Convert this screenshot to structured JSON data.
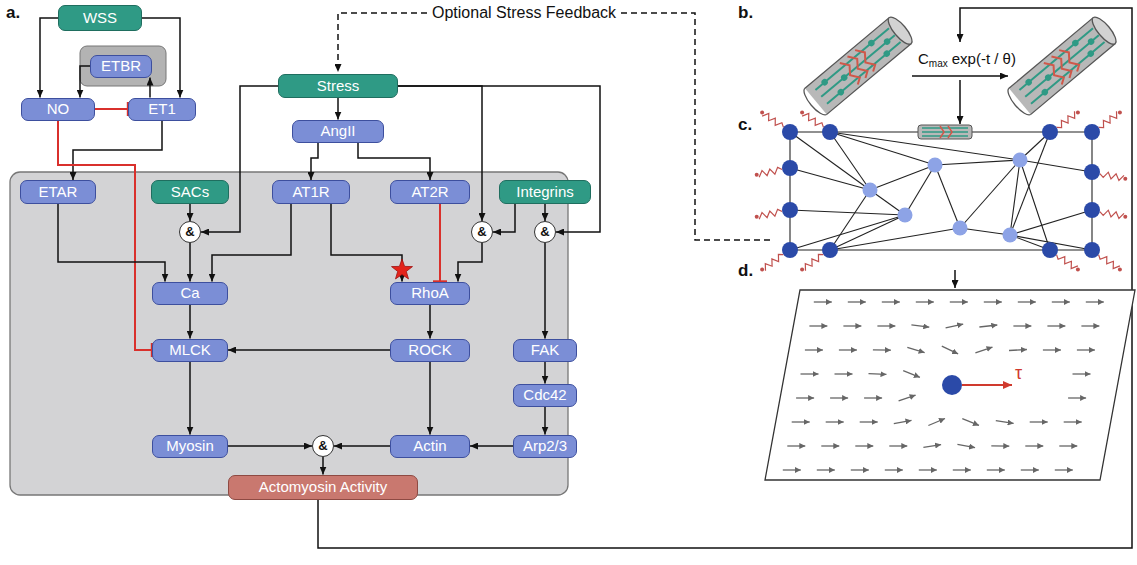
{
  "diagram": {
    "nodes": [
      {
        "text": [
          "WSS"
        ]
      },
      {
        "text": [
          "ETBR"
        ]
      },
      {
        "text": [
          "NO"
        ]
      },
      {
        "text": [
          "ET1"
        ]
      },
      {
        "text": [
          "Stress"
        ]
      },
      {
        "text": [
          "AngII"
        ]
      },
      {
        "text": [
          "ETAR"
        ]
      },
      {
        "text": [
          "SACs"
        ]
      },
      {
        "text": [
          "AT1R"
        ]
      },
      {
        "text": [
          "AT2R"
        ]
      },
      {
        "text": [
          "Integrins"
        ]
      },
      {
        "text": [
          "&"
        ]
      },
      {
        "text": [
          "&"
        ]
      },
      {
        "text": [
          "&"
        ]
      },
      {
        "text": [
          "Ca"
        ]
      },
      {
        "text": [
          "RhoA"
        ]
      },
      {
        "text": [
          "MLCK"
        ]
      },
      {
        "text": [
          "ROCK"
        ]
      },
      {
        "text": [
          "FAK"
        ]
      },
      {
        "text": [
          "Cdc42"
        ]
      },
      {
        "text": [
          "Myosin"
        ]
      },
      {
        "text": [
          "&"
        ]
      },
      {
        "text": [
          "Actin"
        ]
      },
      {
        "text": [
          "Arp2/3"
        ]
      },
      {
        "text": [
          "Actomyosin Activity"
        ]
      }
    ],
    "edges": [
      {
        "from": 0,
        "to": 2,
        "arrow": "to"
      },
      {
        "from": 0,
        "to": 3,
        "arrow": "to"
      },
      {
        "from": 1,
        "to": 2,
        "arrow": "to"
      },
      {
        "from": 3,
        "to": 1,
        "arrow": "to"
      },
      {
        "from": 2,
        "to": 3,
        "arrow": "to"
      },
      {
        "from": 3,
        "to": 6,
        "arrow": "to"
      },
      {
        "from": 2,
        "to": 16,
        "arrow": "to"
      },
      {
        "from": 4,
        "to": 5,
        "arrow": "to"
      },
      {
        "from": 4,
        "to": 11,
        "arrow": "to"
      },
      {
        "from": 4,
        "to": 12,
        "arrow": "to"
      },
      {
        "from": 4,
        "to": 13,
        "arrow": "to"
      },
      {
        "from": 5,
        "to": 8,
        "arrow": "to"
      },
      {
        "from": 5,
        "to": 9,
        "arrow": "to"
      },
      {
        "from": 6,
        "to": 14,
        "arrow": "to"
      },
      {
        "from": 7,
        "to": 11,
        "arrow": "to"
      },
      {
        "from": 11,
        "to": 14,
        "arrow": "to"
      },
      {
        "from": 8,
        "to": 14,
        "arrow": "to"
      },
      {
        "from": 8,
        "to": 15,
        "arrow": "to"
      },
      {
        "from": 9,
        "to": 15,
        "arrow": "to"
      },
      {
        "from": 10,
        "to": 12,
        "arrow": "to"
      },
      {
        "from": 10,
        "to": 13,
        "arrow": "to"
      },
      {
        "from": 12,
        "to": 15,
        "arrow": "to"
      },
      {
        "from": 13,
        "to": 18,
        "arrow": "to"
      },
      {
        "from": 14,
        "to": 16,
        "arrow": "to"
      },
      {
        "from": 15,
        "to": 17,
        "arrow": "to"
      },
      {
        "from": 17,
        "to": 16,
        "arrow": "to"
      },
      {
        "from": 17,
        "to": 22,
        "arrow": "to"
      },
      {
        "from": 18,
        "to": 19,
        "arrow": "to"
      },
      {
        "from": 19,
        "to": 23,
        "arrow": "to"
      },
      {
        "from": 23,
        "to": 22,
        "arrow": "to"
      },
      {
        "from": 16,
        "to": 20,
        "arrow": "to"
      },
      {
        "from": 20,
        "to": 21,
        "arrow": "to"
      },
      {
        "from": 22,
        "to": 21,
        "arrow": "to"
      },
      {
        "from": 21,
        "to": 24,
        "arrow": "to"
      }
    ],
    "labels": [
      "a.",
      "Optional Stress Feedback",
      "b.",
      "C",
      "max",
      "exp(-t / θ)",
      "c.",
      "d.",
      "τ"
    ]
  }
}
